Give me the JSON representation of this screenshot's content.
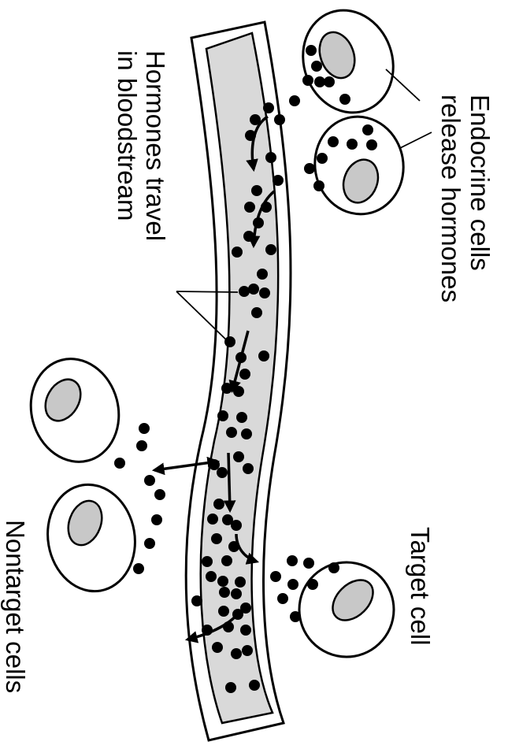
{
  "labels": {
    "endocrine_line1": "Endocrine cells",
    "endocrine_line2": "release hormones",
    "travel_line1": "Hormones travel",
    "travel_line2": "in bloodstream",
    "target": "Target cell",
    "nontarget": "Nontarget cells"
  },
  "colors": {
    "ink": "#000000",
    "lumen": "#d9d9d9",
    "nucleus": "#c8c8c8",
    "background": "#ffffff"
  },
  "icons": {
    "hormone": "filled-circle",
    "cell": "ellipse-with-nucleus"
  }
}
